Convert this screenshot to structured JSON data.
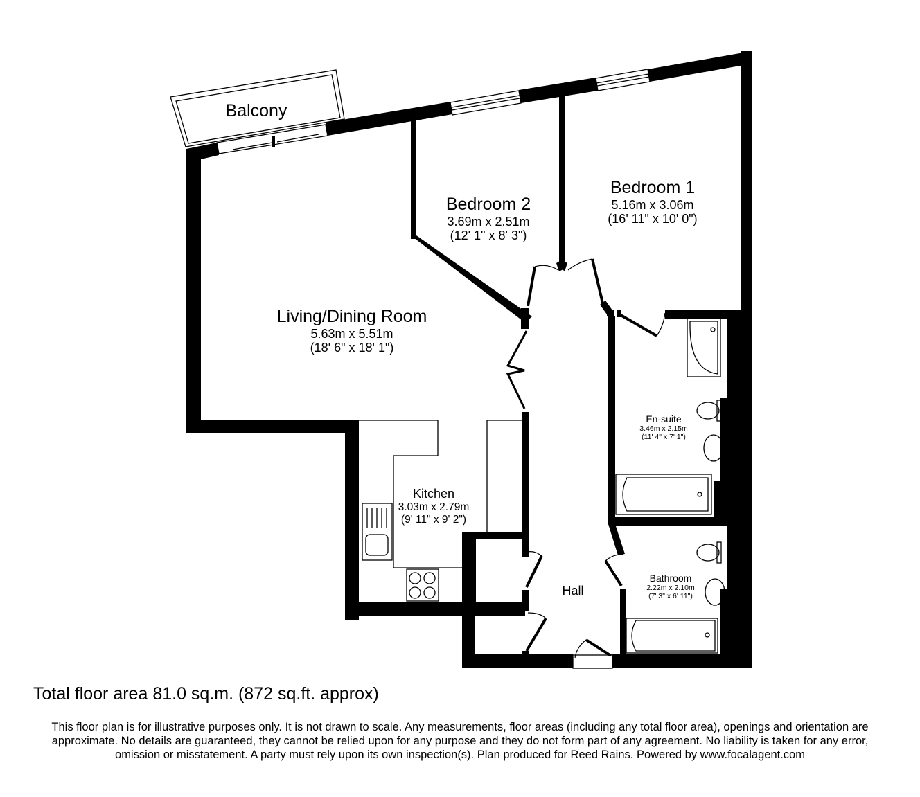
{
  "rooms": {
    "balcony": {
      "name": "Balcony"
    },
    "bedroom2": {
      "name": "Bedroom 2",
      "dims_m": "3.69m x 2.51m",
      "dims_ft": "(12' 1\" x 8' 3\")"
    },
    "bedroom1": {
      "name": "Bedroom 1",
      "dims_m": "5.16m x 3.06m",
      "dims_ft": "(16' 11\" x 10' 0\")"
    },
    "living": {
      "name": "Living/Dining Room",
      "dims_m": "5.63m x 5.51m",
      "dims_ft": "(18' 6\" x 18' 1\")"
    },
    "ensuite": {
      "name": "En-suite",
      "dims_m": "3.46m x 2.15m",
      "dims_ft": "(11' 4\" x 7' 1\")"
    },
    "kitchen": {
      "name": "Kitchen",
      "dims_m": "3.03m x 2.79m",
      "dims_ft": "(9' 11\" x 9' 2\")"
    },
    "hall": {
      "name": "Hall"
    },
    "bathroom": {
      "name": "Bathroom",
      "dims_m": "2.22m x 2.10m",
      "dims_ft": "(7' 3\" x 6' 11\")"
    }
  },
  "footer": {
    "total_area": "Total floor area 81.0 sq.m. (872 sq.ft. approx)",
    "disclaimer": "This floor plan is for illustrative purposes only. It is not drawn to scale. Any measurements, floor areas (including any total floor area), openings and orientation are approximate. No details are guaranteed, they cannot be relied upon for any purpose and they do not form part of any agreement. No liability is taken for any error, omission or misstatement. A party must rely upon its own inspection(s). Plan produced for Reed Rains. Powered by www.focalagent.com"
  },
  "colors": {
    "wall": "#000000",
    "background": "#ffffff"
  }
}
